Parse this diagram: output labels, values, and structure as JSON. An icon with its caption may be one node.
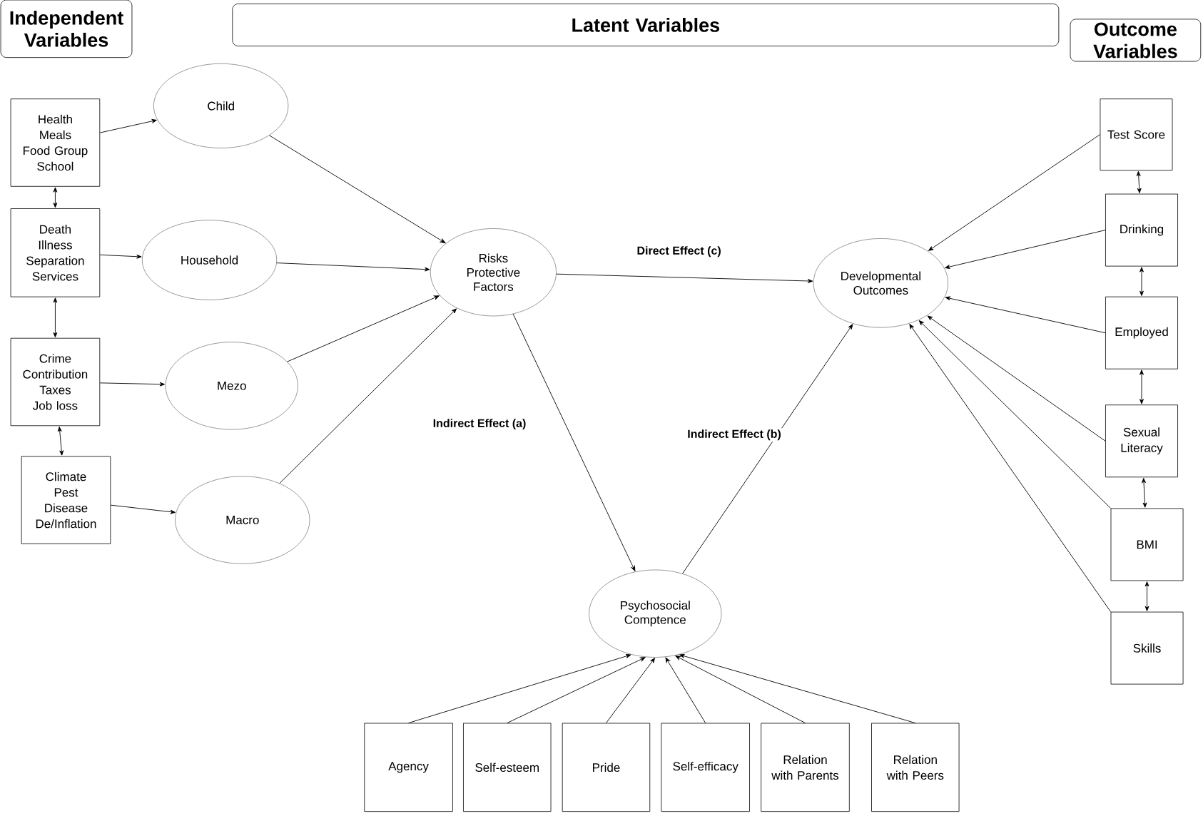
{
  "diagram": {
    "nodes": [
      {
        "text": [
          "Independent Variables"
        ]
      },
      {
        "text": [
          "Latent Variables"
        ]
      },
      {
        "text": [
          "Outcome Variables"
        ]
      },
      {
        "text": [
          "Health",
          "Meals",
          "Food Group",
          "School"
        ]
      },
      {
        "text": [
          "Death",
          "Illness",
          "Separation",
          "Services"
        ]
      },
      {
        "text": [
          "Crime",
          "Contribution",
          "Taxes",
          "Job loss"
        ]
      },
      {
        "text": [
          "Climate",
          "Pest",
          "Disease",
          "De/Inflation"
        ]
      },
      {
        "text": [
          "Child"
        ]
      },
      {
        "text": [
          "Household"
        ]
      },
      {
        "text": [
          "Mezo"
        ]
      },
      {
        "text": [
          "Macro"
        ]
      },
      {
        "text": [
          "Risks Protective Factors"
        ]
      },
      {
        "text": [
          "Developmental Outcomes"
        ]
      },
      {
        "text": [
          "Psychosocial Comptence"
        ]
      },
      {
        "text": [
          "Agency"
        ]
      },
      {
        "text": [
          "Self-esteem"
        ]
      },
      {
        "text": [
          "Pride"
        ]
      },
      {
        "text": [
          "Self-efficacy"
        ]
      },
      {
        "text": [
          "Relation with Parents"
        ]
      },
      {
        "text": [
          "Relation with Peers"
        ]
      },
      {
        "text": [
          "Test Score"
        ]
      },
      {
        "text": [
          "Drinking"
        ]
      },
      {
        "text": [
          "Employed"
        ]
      },
      {
        "text": [
          "Sexual Literacy"
        ]
      },
      {
        "text": [
          "BMI"
        ]
      },
      {
        "text": [
          "Skills"
        ]
      }
    ],
    "edges": [
      {
        "from": 3,
        "to": 7,
        "arrow": "to"
      },
      {
        "from": 4,
        "to": 8,
        "arrow": "to"
      },
      {
        "from": 5,
        "to": 9,
        "arrow": "to"
      },
      {
        "from": 6,
        "to": 10,
        "arrow": "to"
      },
      {
        "from": 7,
        "to": 11,
        "arrow": "to"
      },
      {
        "from": 8,
        "to": 11,
        "arrow": "to"
      },
      {
        "from": 9,
        "to": 11,
        "arrow": "to"
      },
      {
        "from": 10,
        "to": 11,
        "arrow": "to"
      },
      {
        "from": 11,
        "to": 12,
        "arrow": "to",
        "label": "Direct Effect (c)"
      },
      {
        "from": 11,
        "to": 13,
        "arrow": "to",
        "label": "Indirect Effect (a)"
      },
      {
        "from": 13,
        "to": 12,
        "arrow": "to",
        "label": "Indirect Effect (b)"
      },
      {
        "from": 14,
        "to": 13,
        "arrow": "to"
      },
      {
        "from": 15,
        "to": 13,
        "arrow": "to"
      },
      {
        "from": 16,
        "to": 13,
        "arrow": "to"
      },
      {
        "from": 17,
        "to": 13,
        "arrow": "to"
      },
      {
        "from": 18,
        "to": 13,
        "arrow": "to"
      },
      {
        "from": 19,
        "to": 13,
        "arrow": "to"
      },
      {
        "from": 20,
        "to": 12,
        "arrow": "to"
      },
      {
        "from": 21,
        "to": 12,
        "arrow": "to"
      },
      {
        "from": 22,
        "to": 12,
        "arrow": "to"
      },
      {
        "from": 23,
        "to": 12,
        "arrow": "to"
      },
      {
        "from": 24,
        "to": 12,
        "arrow": "to"
      },
      {
        "from": 25,
        "to": 12,
        "arrow": "to"
      },
      {
        "from": 3,
        "to": 4,
        "arrow": "both"
      },
      {
        "from": 4,
        "to": 5,
        "arrow": "both"
      },
      {
        "from": 5,
        "to": 6,
        "arrow": "both"
      },
      {
        "from": 20,
        "to": 21,
        "arrow": "both"
      },
      {
        "from": 21,
        "to": 22,
        "arrow": "both"
      },
      {
        "from": 22,
        "to": 23,
        "arrow": "both"
      },
      {
        "from": 23,
        "to": 24,
        "arrow": "both"
      },
      {
        "from": 24,
        "to": 25,
        "arrow": "both"
      }
    ]
  }
}
